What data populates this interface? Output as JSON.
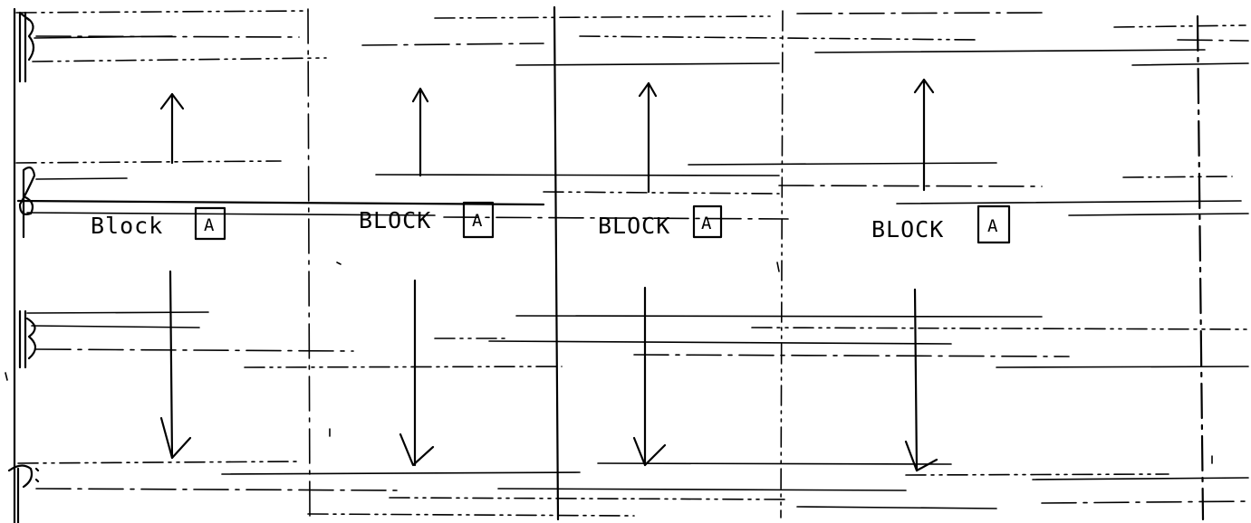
{
  "canvas": {
    "background": "#ffffff",
    "ink": "#000000"
  },
  "clefs": [
    {
      "name": "alto-clef-top",
      "glyph": "𝄡"
    },
    {
      "name": "treble-clef",
      "glyph": "𝄞"
    },
    {
      "name": "alto-clef-lower",
      "glyph": "𝄡"
    },
    {
      "name": "bass-clef",
      "glyph": "𝄢"
    }
  ],
  "blocks": [
    {
      "label": "Block",
      "box_letter": "A"
    },
    {
      "label": "BLOCK",
      "box_letter": "A"
    },
    {
      "label": "BLOCK",
      "box_letter": "A"
    },
    {
      "label": "BLOCK",
      "box_letter": "A"
    }
  ],
  "arrows": {
    "up_icon": "arrow-up-icon",
    "down_icon": "arrow-down-icon"
  }
}
